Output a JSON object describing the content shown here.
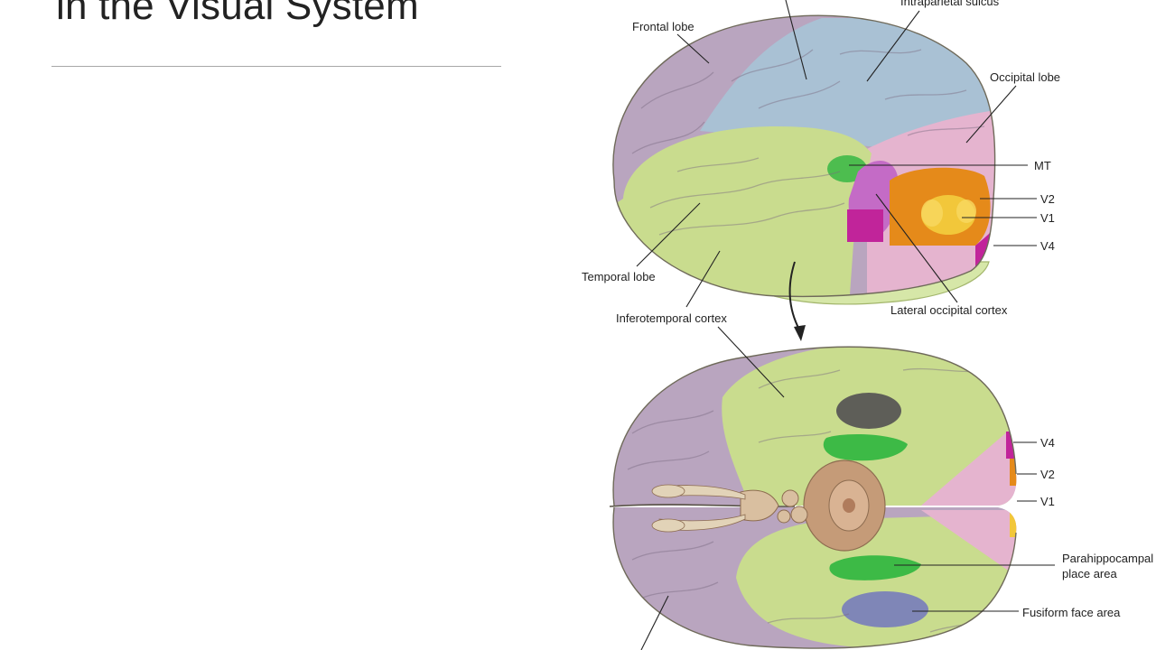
{
  "slide": {
    "title": "in the Visual System"
  },
  "figure": {
    "lateral_view": {
      "labels": {
        "top_cutoff": "",
        "intraparietal_sulcus": "Intraparietal sulcus",
        "frontal_lobe": "Frontal lobe",
        "occipital_lobe": "Occipital lobe",
        "mt": "MT",
        "v2": "V2",
        "v1": "V1",
        "v4": "V4",
        "temporal_lobe": "Temporal lobe",
        "lateral_occipital_cortex": "Lateral occipital cortex",
        "inferotemporal_cortex": "Inferotemporal cortex"
      }
    },
    "ventral_view": {
      "labels": {
        "v4": "V4",
        "v2": "V2",
        "v1": "V1",
        "parahippocampal_line1": "Parahippocampal",
        "parahippocampal_line2": "place area",
        "fusiform_face_area": "Fusiform face area"
      }
    },
    "colors": {
      "frontal": "#b9a5bf",
      "parietal": "#a9c1d4",
      "temporal": "#c9dc8e",
      "occipital": "#e5b4cf",
      "mt": "#4dbd4f",
      "v1": "#f2c73a",
      "v2": "#e58a1a",
      "v4": "#c1249a",
      "lateral_occipital": "#c46bc6",
      "parahippocampal": "#3dba46",
      "fusiform": "#7f86b7",
      "dark_patch": "#5e5e58",
      "brainstem": "#c59b78"
    }
  }
}
